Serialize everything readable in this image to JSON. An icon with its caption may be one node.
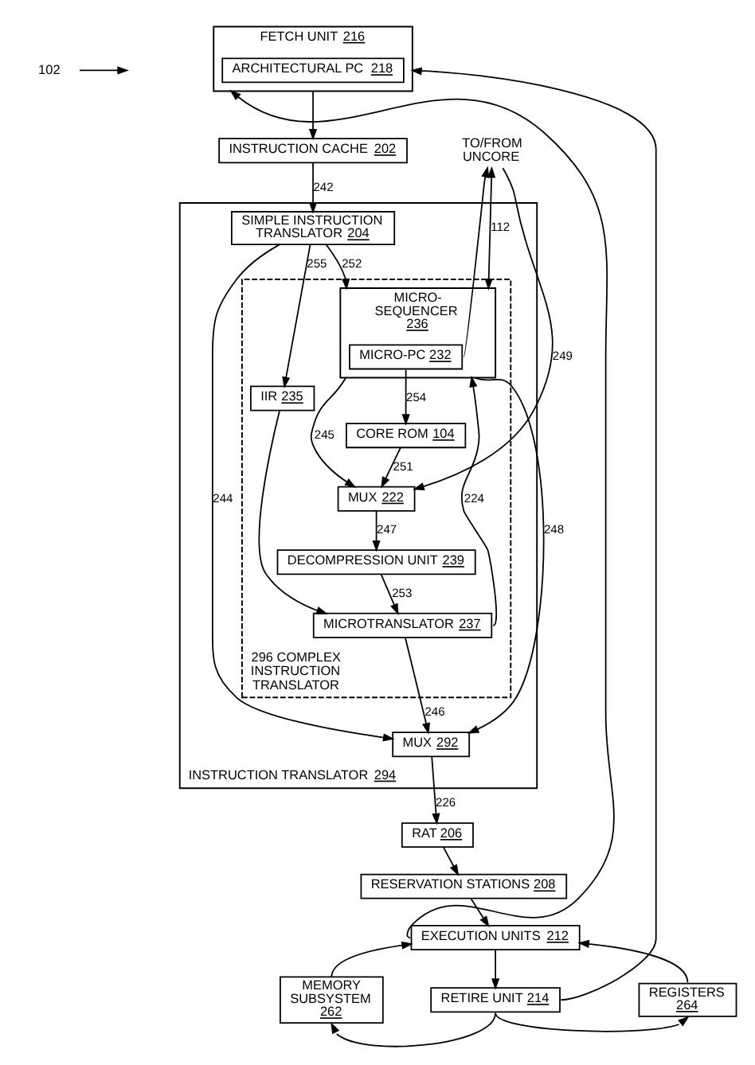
{
  "diagram": {
    "nodes": [
      {
        "text": [
          "102"
        ]
      },
      {
        "text": [
          "FETCH UNIT 216"
        ]
      },
      {
        "text": [
          "ARCHITECTURAL PC 218"
        ],
        "in": 1
      },
      {
        "text": [
          "TO/FROM UNCORE"
        ]
      },
      {
        "text": [
          "INSTRUCTION CACHE 202"
        ]
      },
      {
        "text": [
          "INSTRUCTION TRANSLATOR 294"
        ]
      },
      {
        "text": [
          "296 COMPLEX INSTRUCTION TRANSLATOR"
        ],
        "in": 5
      },
      {
        "text": [
          "SIMPLE INSTRUCTION TRANSLATOR 204"
        ],
        "in": 5
      },
      {
        "text": [
          "MICRO-SEQUENCER 236"
        ],
        "in": 6
      },
      {
        "text": [
          "MICRO-PC 232"
        ],
        "in": 8
      },
      {
        "text": [
          "CORE ROM 104"
        ],
        "in": 6
      },
      {
        "text": [
          "MUX 222"
        ],
        "in": 6
      },
      {
        "text": [
          "IIR 235"
        ],
        "in": 6
      },
      {
        "text": [
          "DECOMPRESSION UNIT 239"
        ],
        "in": 6
      },
      {
        "text": [
          "MICROTRANSLATOR 237"
        ],
        "in": 6
      },
      {
        "text": [
          "MUX 292"
        ],
        "in": 5
      },
      {
        "text": [
          "RAT 206"
        ]
      },
      {
        "text": [
          "RESERVATION STATIONS 208"
        ]
      },
      {
        "text": [
          "EXECUTION UNITS 212"
        ]
      },
      {
        "text": [
          "REGISTERS 264"
        ]
      },
      {
        "text": [
          "MEMORY SUBSYSTEM 262"
        ]
      },
      {
        "text": [
          "RETIRE UNIT 214"
        ]
      }
    ],
    "edges": [
      {
        "from": 0,
        "to": null,
        "arrow": "to"
      },
      {
        "from": 1,
        "to": 4,
        "arrow": "to"
      },
      {
        "from": 4,
        "to": 7,
        "arrow": "to",
        "label": "242"
      },
      {
        "from": 3,
        "to": 8,
        "arrow": "both",
        "label": "112"
      },
      {
        "from": 3,
        "to": 11,
        "arrow": "to",
        "label": "249"
      },
      {
        "from": 9,
        "to": 10,
        "arrow": "to",
        "label": "254"
      },
      {
        "from": 9,
        "to": 3,
        "arrow": "to"
      },
      {
        "from": 7,
        "to": 8,
        "arrow": "to",
        "label": "252"
      },
      {
        "from": 7,
        "to": 12,
        "arrow": "to",
        "label": "255"
      },
      {
        "from": 7,
        "to": 15,
        "arrow": "to",
        "label": "244"
      },
      {
        "from": 10,
        "to": 11,
        "arrow": "to",
        "label": "251"
      },
      {
        "from": 8,
        "to": 11,
        "arrow": "to",
        "label": "245"
      },
      {
        "from": 11,
        "to": 13,
        "arrow": "to",
        "label": "247"
      },
      {
        "from": 12,
        "to": 14,
        "arrow": "to"
      },
      {
        "from": 13,
        "to": 14,
        "arrow": "to",
        "label": "253"
      },
      {
        "from": 14,
        "to": 8,
        "arrow": "to",
        "label": "224"
      },
      {
        "from": 14,
        "to": 15,
        "arrow": "to",
        "label": "246"
      },
      {
        "from": 8,
        "to": 15,
        "arrow": "to",
        "label": "248"
      },
      {
        "from": 15,
        "to": 16,
        "arrow": "to",
        "label": "226"
      },
      {
        "from": 16,
        "to": 17,
        "arrow": "to"
      },
      {
        "from": 17,
        "to": 18,
        "arrow": "to"
      },
      {
        "from": 18,
        "to": 21,
        "arrow": "to"
      },
      {
        "from": 18,
        "to": 1,
        "arrow": "to"
      },
      {
        "from": 21,
        "to": 1,
        "arrow": "to"
      },
      {
        "from": 21,
        "to": 19,
        "arrow": "to"
      },
      {
        "from": 21,
        "to": 20,
        "arrow": "to"
      },
      {
        "from": 19,
        "to": 18,
        "arrow": "to"
      },
      {
        "from": 20,
        "to": 18,
        "arrow": "to"
      }
    ]
  }
}
